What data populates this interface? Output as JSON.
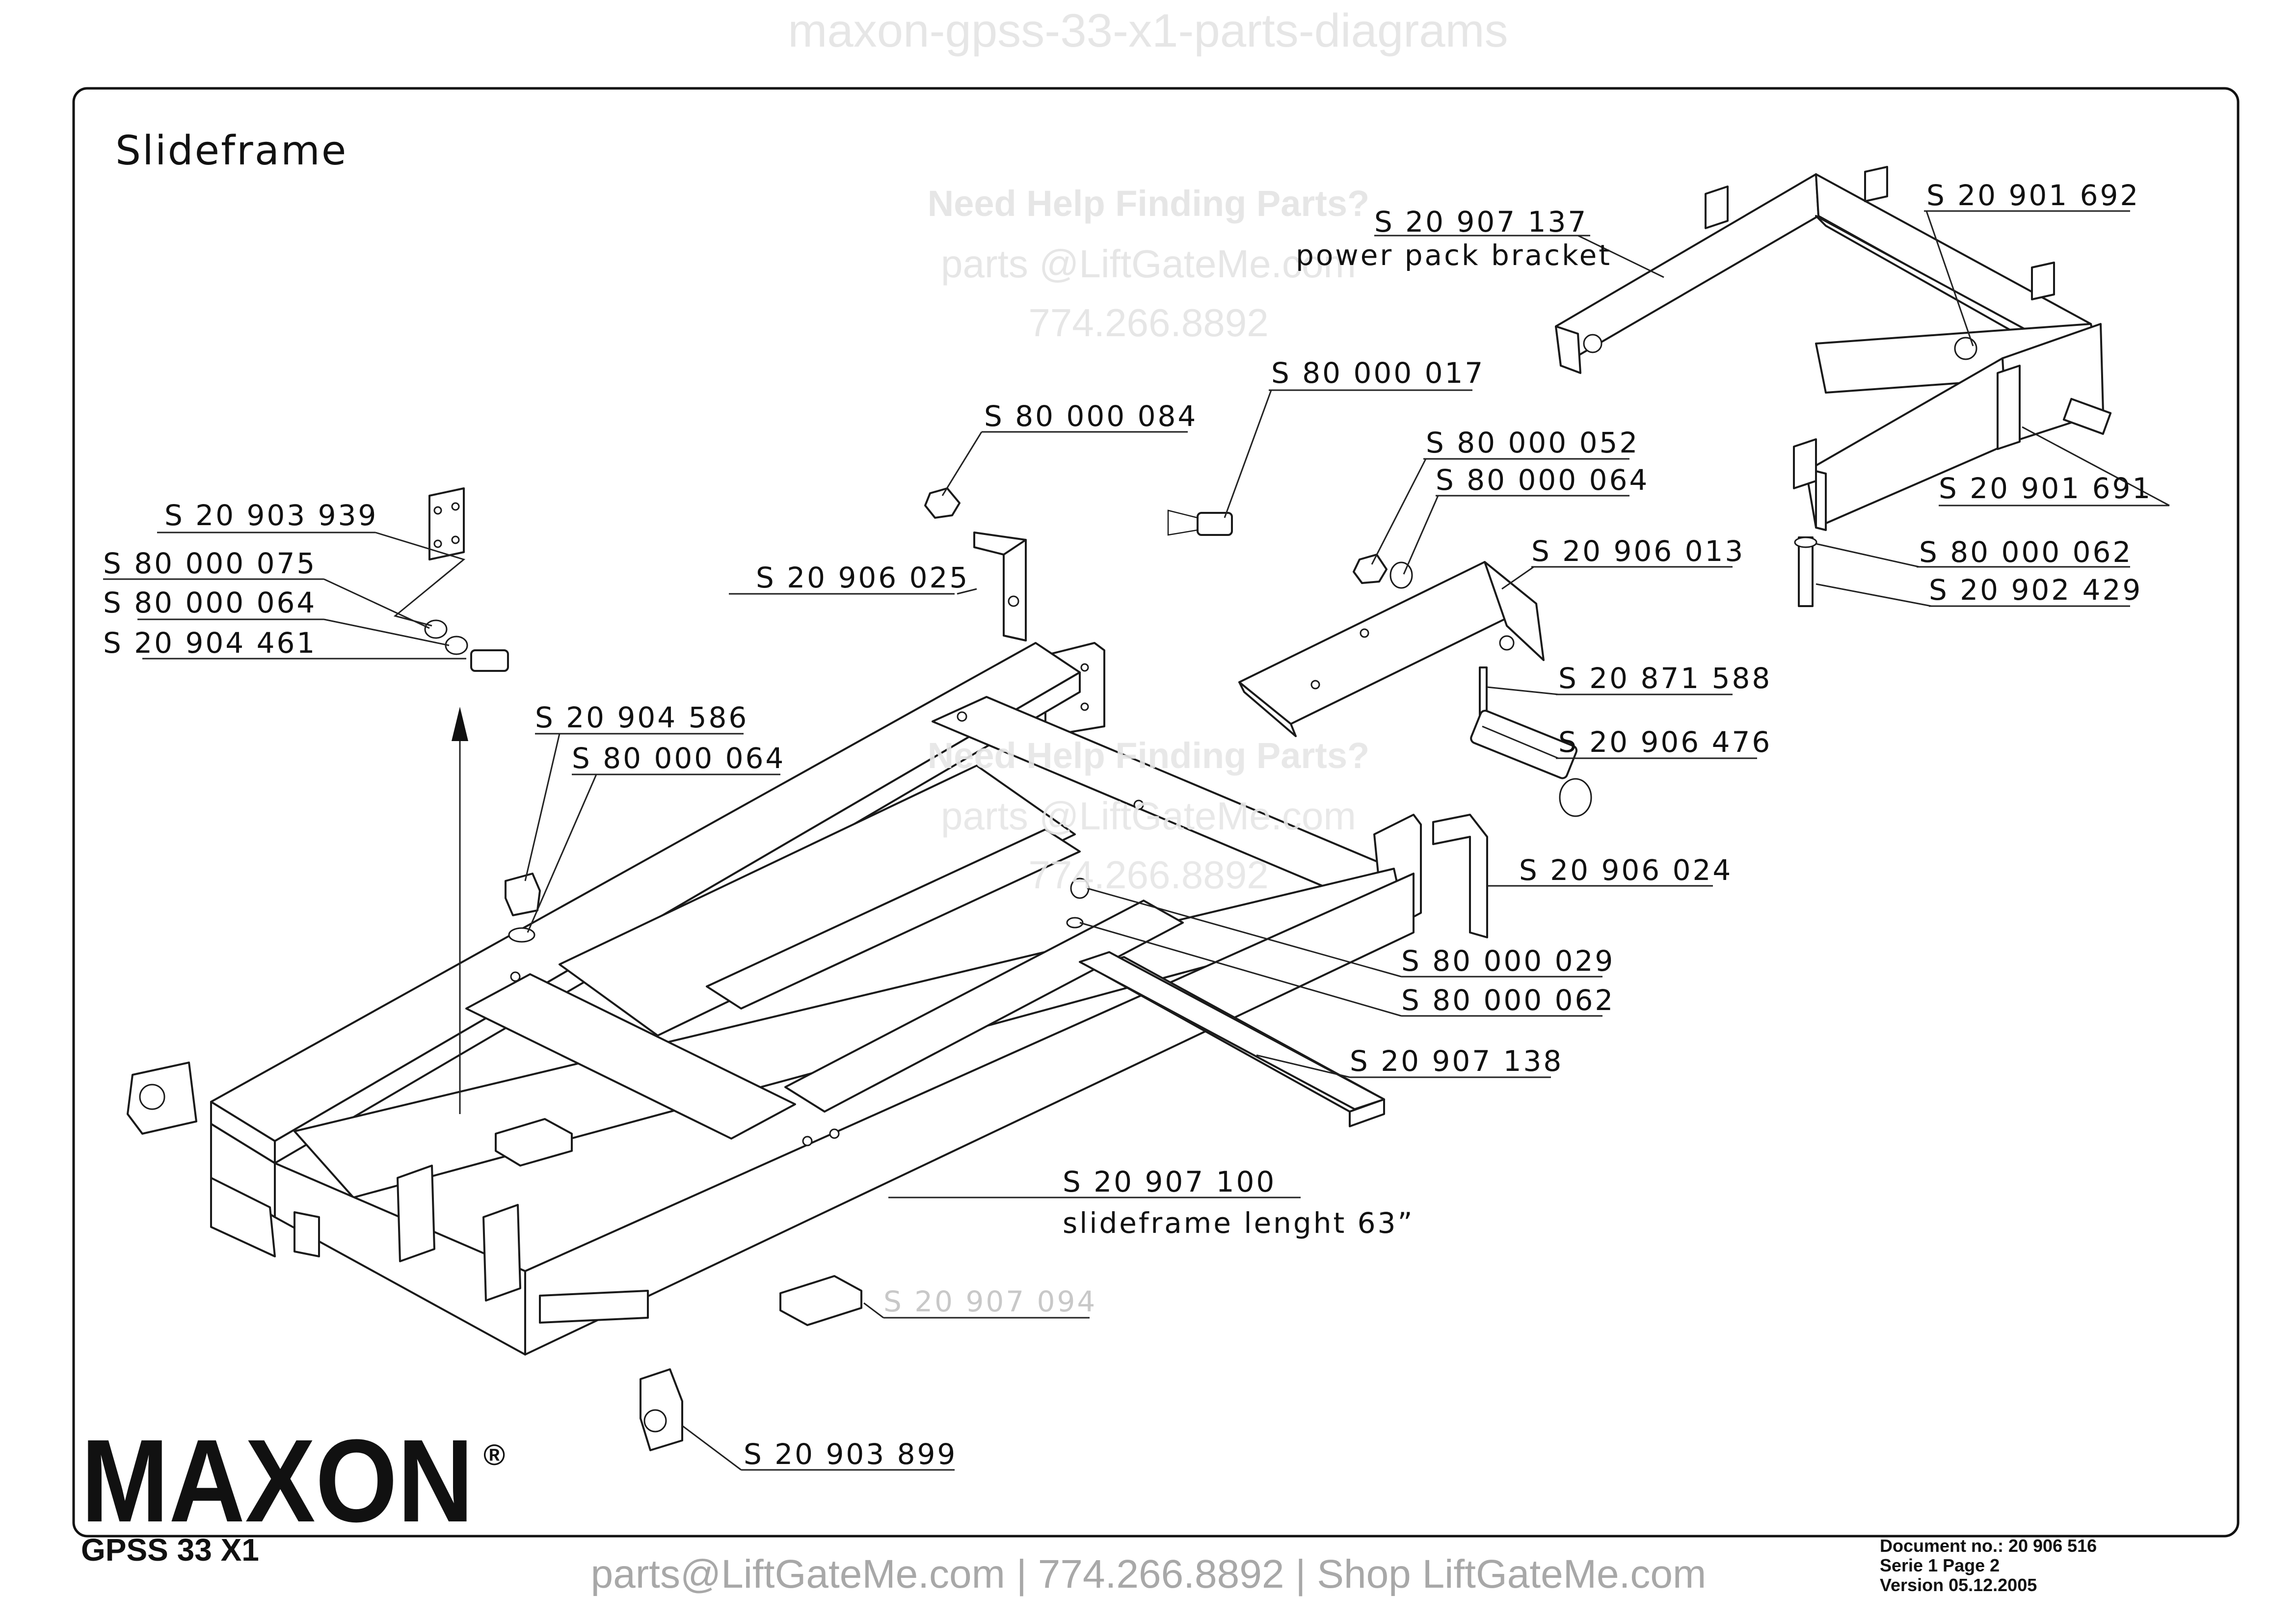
{
  "page_header": "maxon-gpss-33-x1-parts-diagrams",
  "title": "Slideframe",
  "watermark": {
    "line1": "Need Help Finding Parts?",
    "line2": "parts @LiftGateMe.com",
    "line3": "774.266.8892"
  },
  "labels": [
    "S 20 907 137",
    "power pack bracket",
    "S 20 901 692",
    "S 80 000 017",
    "S 80 000 084",
    "S 80 000 052",
    "S 80 000 064",
    "S 20 901 691",
    "S 80 000 062",
    "S 20 902 429",
    "S 20 903 939",
    "S 80 000 075",
    "S 80 000 064",
    "S 20 904 461",
    "S 20 906 025",
    "S 20 906 013",
    "S 20 871 588",
    "S 20 906 476",
    "S 20 904 586",
    "S 80 000 064",
    "S 20 906 024",
    "S 80 000 029",
    "S 80 000 062",
    "S 20 907 138",
    "S 20 907 100",
    "slideframe lenght 63”",
    "S 20 907 094",
    "S 20 903 899"
  ],
  "brand": {
    "logo": "MAXON",
    "model": "GPSS 33 X1",
    "mark": "®"
  },
  "footer": "parts@LiftGateMe.com | 774.266.8892 | Shop LiftGateMe.com",
  "doc_info": {
    "document": "Document no.: 20 906 516",
    "serie": "Serie 1 Page 2",
    "version": "Version 05.12.2005"
  }
}
